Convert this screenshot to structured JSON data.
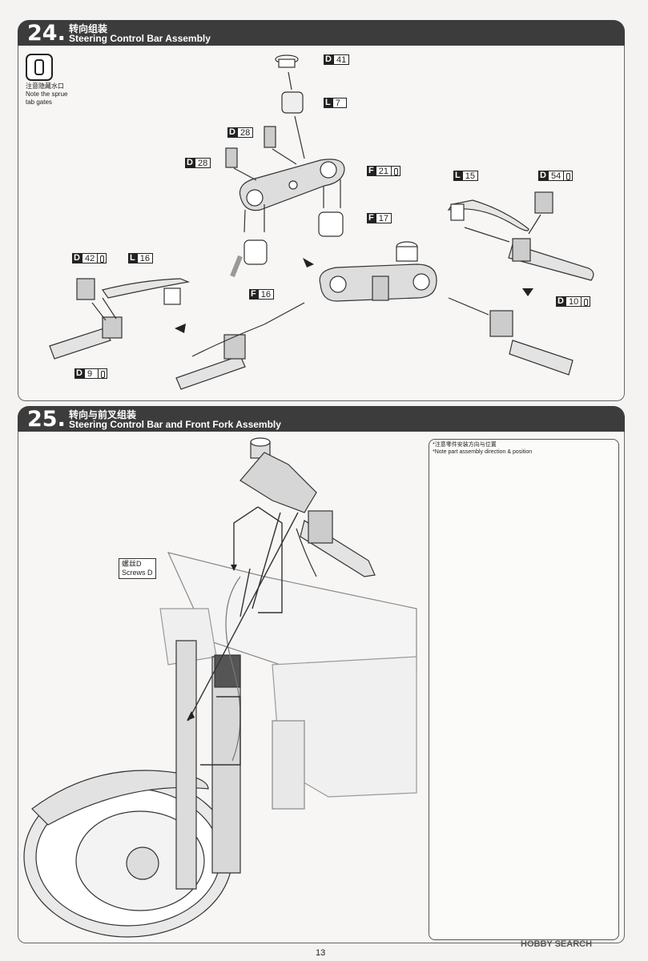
{
  "step24": {
    "number": "24.",
    "title_cn": "转向组装",
    "title_en": "Steering Control Bar Assembly",
    "note_cn": "注意隐藏水口",
    "note_en_1": "Note the sprue",
    "note_en_2": "tab gates",
    "parts": [
      {
        "letter": "D",
        "num": "41"
      },
      {
        "letter": "L",
        "num": "7"
      },
      {
        "letter": "D",
        "num": "28"
      },
      {
        "letter": "D",
        "num": "28"
      },
      {
        "letter": "F",
        "num": "21"
      },
      {
        "letter": "F",
        "num": "17"
      },
      {
        "letter": "F",
        "num": "16"
      },
      {
        "letter": "L",
        "num": "15"
      },
      {
        "letter": "D",
        "num": "54"
      },
      {
        "letter": "D",
        "num": "10"
      },
      {
        "letter": "D",
        "num": "42"
      },
      {
        "letter": "L",
        "num": "16"
      },
      {
        "letter": "D",
        "num": "9"
      }
    ]
  },
  "step25": {
    "number": "25.",
    "title_cn": "转向与前叉组装",
    "title_en": "Steering Control Bar and Front Fork Assembly",
    "screws_cn": "螺丝D",
    "screws_en": "Screws D",
    "inset_note_cn": "*注意零件安装方向与位置",
    "inset_note_en": "*Note part assembly direction & position"
  },
  "page_number": "13",
  "watermark": "HOBBY SEARCH"
}
